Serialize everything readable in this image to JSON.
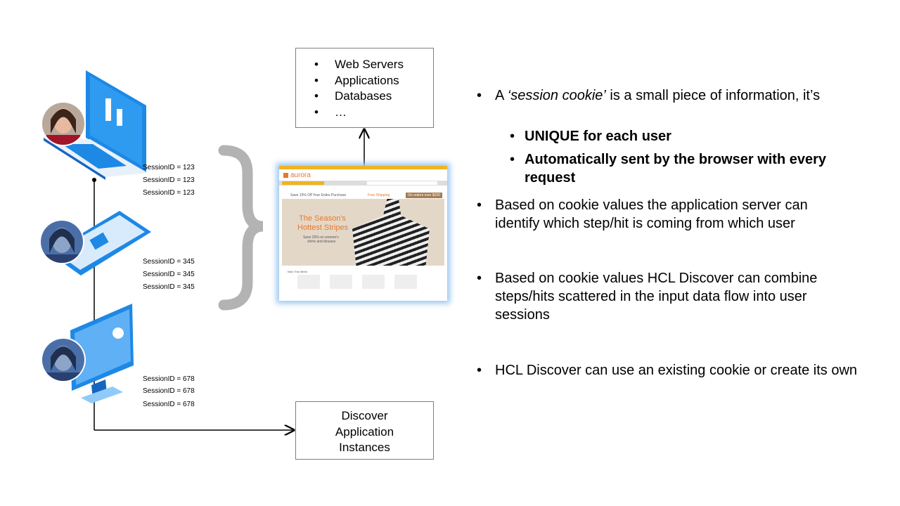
{
  "top_box": {
    "items": [
      "Web Servers",
      "Applications",
      "Databases",
      "…"
    ]
  },
  "bottom_box": {
    "lines": [
      "Discover",
      "Application",
      "Instances"
    ]
  },
  "sessions": {
    "laptop": [
      "SessionID = 123",
      "SessionID = 123",
      "SessionID = 123"
    ],
    "phone": [
      "SessionID = 345",
      "SessionID = 345",
      "SessionID = 345"
    ],
    "desktop": [
      "SessionID = 678",
      "SessionID = 678",
      "SessionID = 678"
    ]
  },
  "website": {
    "brand": "aurora",
    "banner_title_1": "The Season's",
    "banner_title_2": "Hottest Stripes",
    "banner_sub_1": "Save 25% on women's",
    "banner_sub_2": "shirts and blouses",
    "promo_1": "Save 15% Off Your Entire Purchase",
    "promo_2": "Free Shipping",
    "promo_3": "On orders over $100",
    "section": "New This Week"
  },
  "bullets": {
    "b1_prefix": "A ",
    "b1_em": "‘session cookie’",
    "b1_suffix": " is a small piece of information, it’s",
    "sub1": "UNIQUE for each user",
    "sub2": "Automatically sent by the browser with every request",
    "b2": "Based on cookie values the application server can identify which step/hit is coming from which user",
    "b3": "Based on cookie values HCL Discover can combine steps/hits scattered in the input data flow into user sessions",
    "b4": "HCL Discover can use an existing cookie or create its own"
  },
  "colors": {
    "device_blue": "#1e88e5",
    "brace_gray": "#b3b3b3",
    "aurora_yellow": "#f0b323",
    "promo_orange": "#e8772e"
  }
}
